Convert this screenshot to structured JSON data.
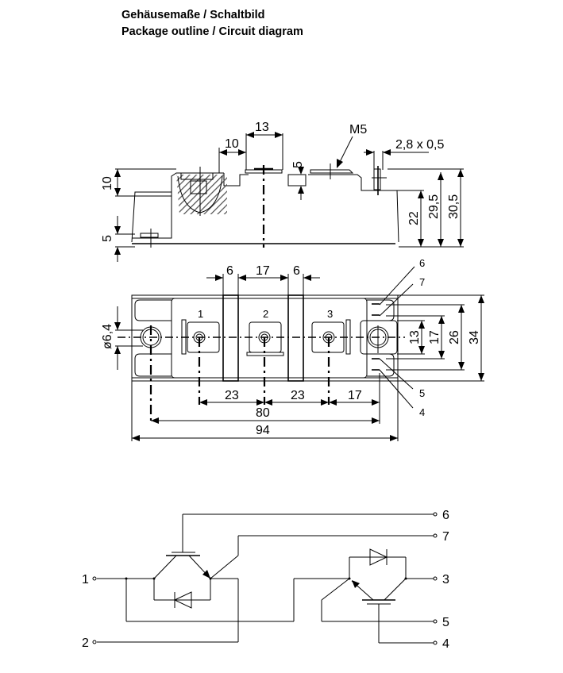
{
  "header": {
    "title_de": "Gehäusemaße / Schaltbild",
    "title_en": "Package outline / Circuit diagram"
  },
  "side_view": {
    "dimensions": {
      "terminal_width": "13",
      "terminal_offset": "10",
      "screw_thread": "M5",
      "tab_size": "2,8 x 0,5",
      "nut_depth": "5",
      "top_step_height": "10",
      "base_height": "5",
      "body_height": "22",
      "terminal_height": "29,5",
      "total_height": "30,5"
    }
  },
  "top_view": {
    "terminal_labels": [
      "1",
      "2",
      "3"
    ],
    "aux_pin_labels": [
      "6",
      "7",
      "5",
      "4"
    ],
    "dimensions": {
      "barrier_width_left": "6",
      "terminal_pitch_top": "17",
      "barrier_width_right": "6",
      "hole_diameter": "ø6,4",
      "aux_spacing_inner": "13",
      "aux_spacing_mid": "17",
      "aux_spacing_outer": "26",
      "total_width": "34",
      "spacing_1_2": "23",
      "spacing_2_3": "23",
      "spacing_3_aux": "17",
      "mounting_hole_spacing": "80",
      "total_length": "94"
    }
  },
  "circuit": {
    "pins_left": [
      "1",
      "2"
    ],
    "pins_right": [
      "6",
      "7",
      "3",
      "5",
      "4"
    ]
  }
}
